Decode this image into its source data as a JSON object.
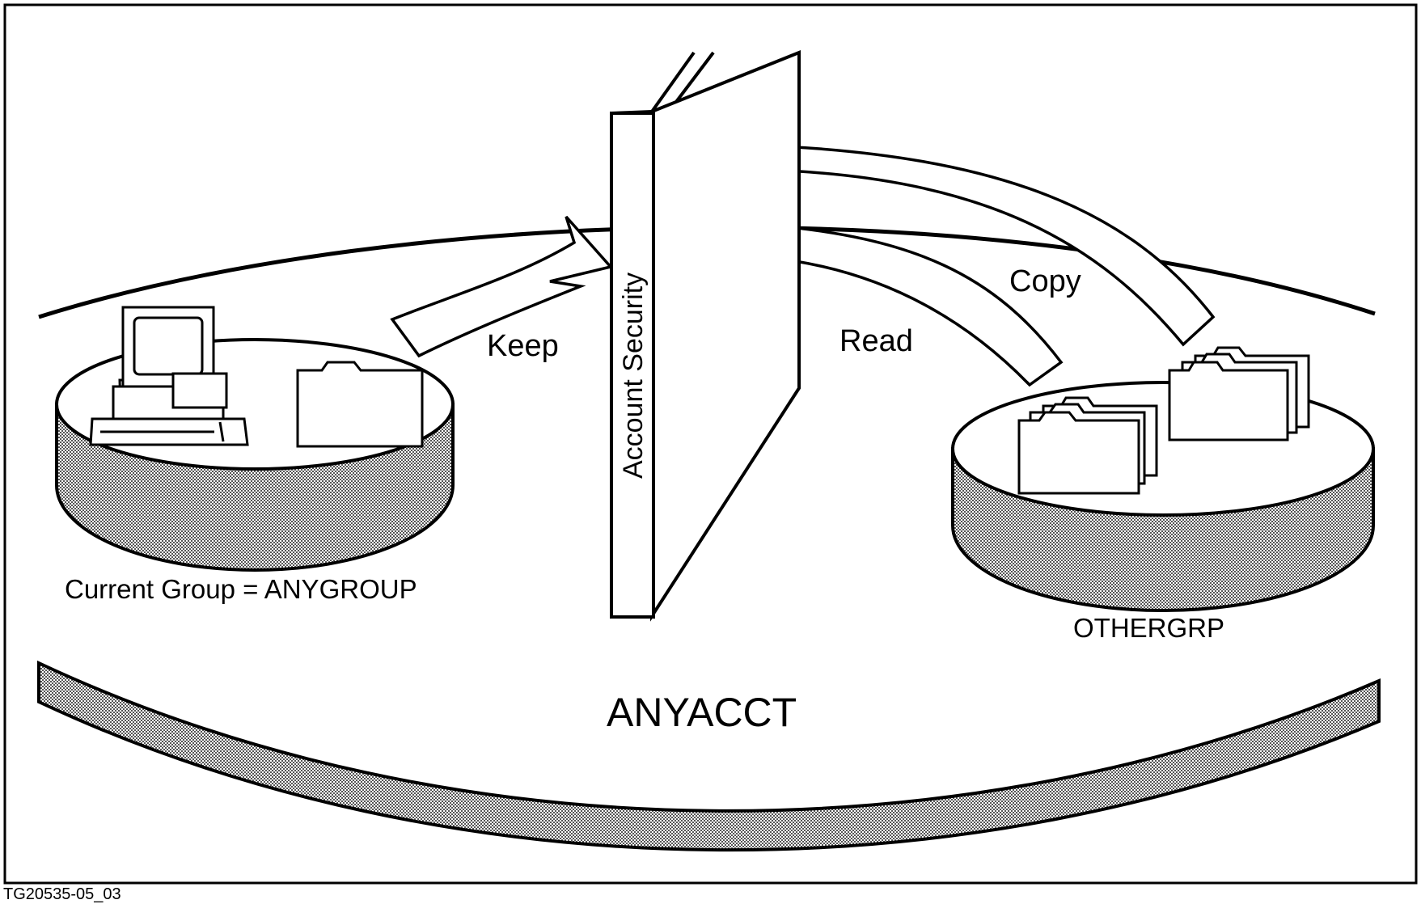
{
  "labels": {
    "keep": "Keep",
    "read": "Read",
    "copy": "Copy",
    "wall": "Account Security",
    "current_group": "Current Group = ANYGROUP",
    "other_group": "OTHERGRP",
    "account": "ANYACCT",
    "figure_id": "TG20535-05_03"
  },
  "icons": {
    "terminal": "computer-terminal-icon",
    "folder": "file-folder-icon",
    "folder_stack": "folder-stack-icon"
  },
  "colors": {
    "ink": "#000000",
    "paper": "#ffffff",
    "stipple": "#bdbdbd"
  }
}
